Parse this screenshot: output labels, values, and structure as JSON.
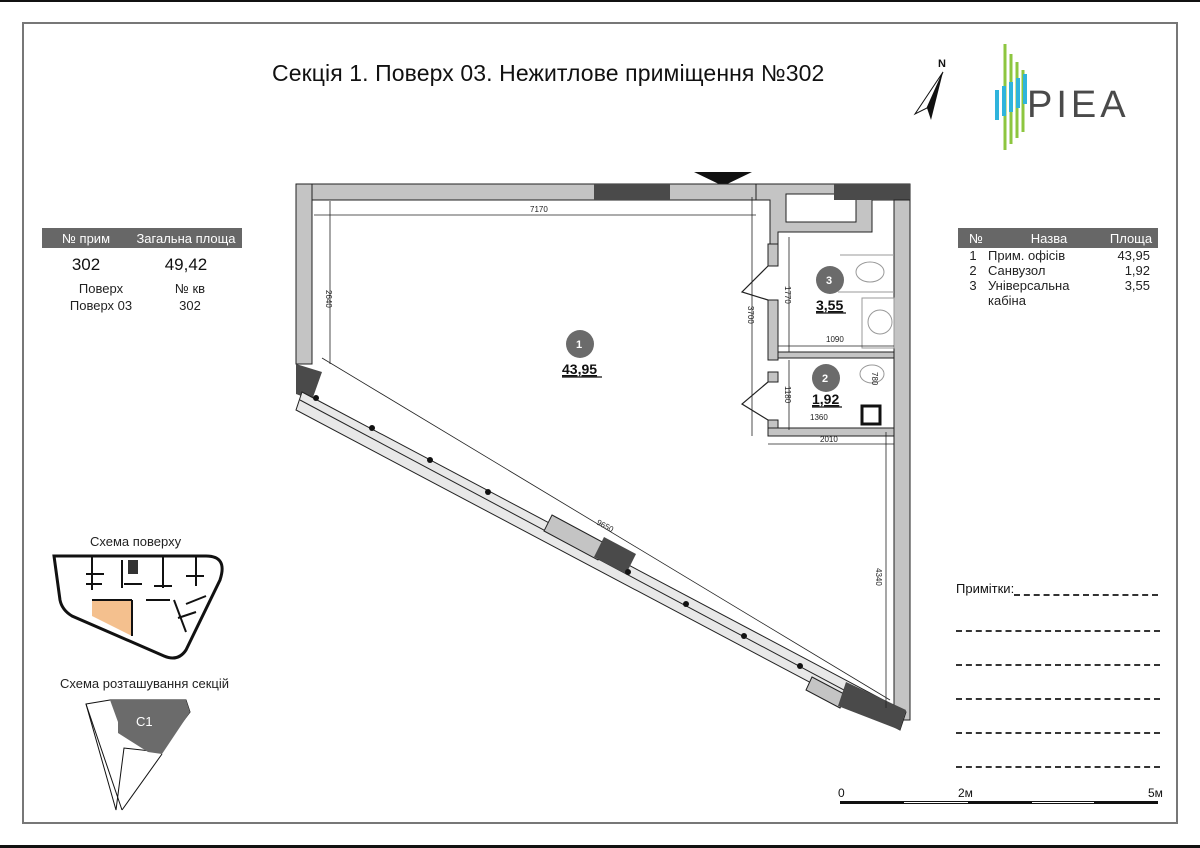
{
  "title": "Секція 1. Поверх 03. Нежитлове приміщення №302",
  "north_label": "N",
  "logo": {
    "text": "PIEA",
    "colors": {
      "green": "#8dc63f",
      "blue": "#2fb4dc",
      "text": "#4a4a4a"
    }
  },
  "summary": {
    "headers": [
      "№ прим",
      "Загальна площа"
    ],
    "unit_number": "302",
    "total_area": "49,42",
    "floor_label": "Поверх",
    "apt_label": "№ кв",
    "floor_value": "Поверх 03",
    "apt_value": "302"
  },
  "rooms_table": {
    "headers": [
      "№",
      "Назва",
      "Площа"
    ],
    "rows": [
      {
        "no": "1",
        "name": "Прим. офісів",
        "area": "43,95"
      },
      {
        "no": "2",
        "name": "Санвузол",
        "area": "1,92"
      },
      {
        "no": "3",
        "name": "Універсальна",
        "area": "3,55"
      },
      {
        "no": "",
        "name": "кабіна",
        "area": ""
      }
    ]
  },
  "plan": {
    "rooms": [
      {
        "badge": "1",
        "area": "43,95"
      },
      {
        "badge": "2",
        "area": "1,92"
      },
      {
        "badge": "3",
        "area": "3,55"
      }
    ],
    "dimensions": {
      "top_width": "7170",
      "left_height": "2640",
      "diagonal": "9650",
      "right_height": "4340",
      "core_height": "3700",
      "cabin_height": "1770",
      "cabin_width": "1090",
      "wc_height": "1180",
      "wc_width": "1360",
      "wc_side": "780",
      "core_width": "2010"
    },
    "colors": {
      "wall": "#c4c4c4",
      "dark_wall": "#4a4a4a",
      "badge": "#6b6b6b"
    }
  },
  "notes": {
    "label": "Примітки:"
  },
  "scale": {
    "labels": [
      "0",
      "2м",
      "5м"
    ]
  },
  "schemes": {
    "floor_scheme_title": "Схема поверху",
    "sections_scheme_title": "Схема розташування секцій",
    "section_label": "С1",
    "highlight_color": "#f4c08e"
  }
}
